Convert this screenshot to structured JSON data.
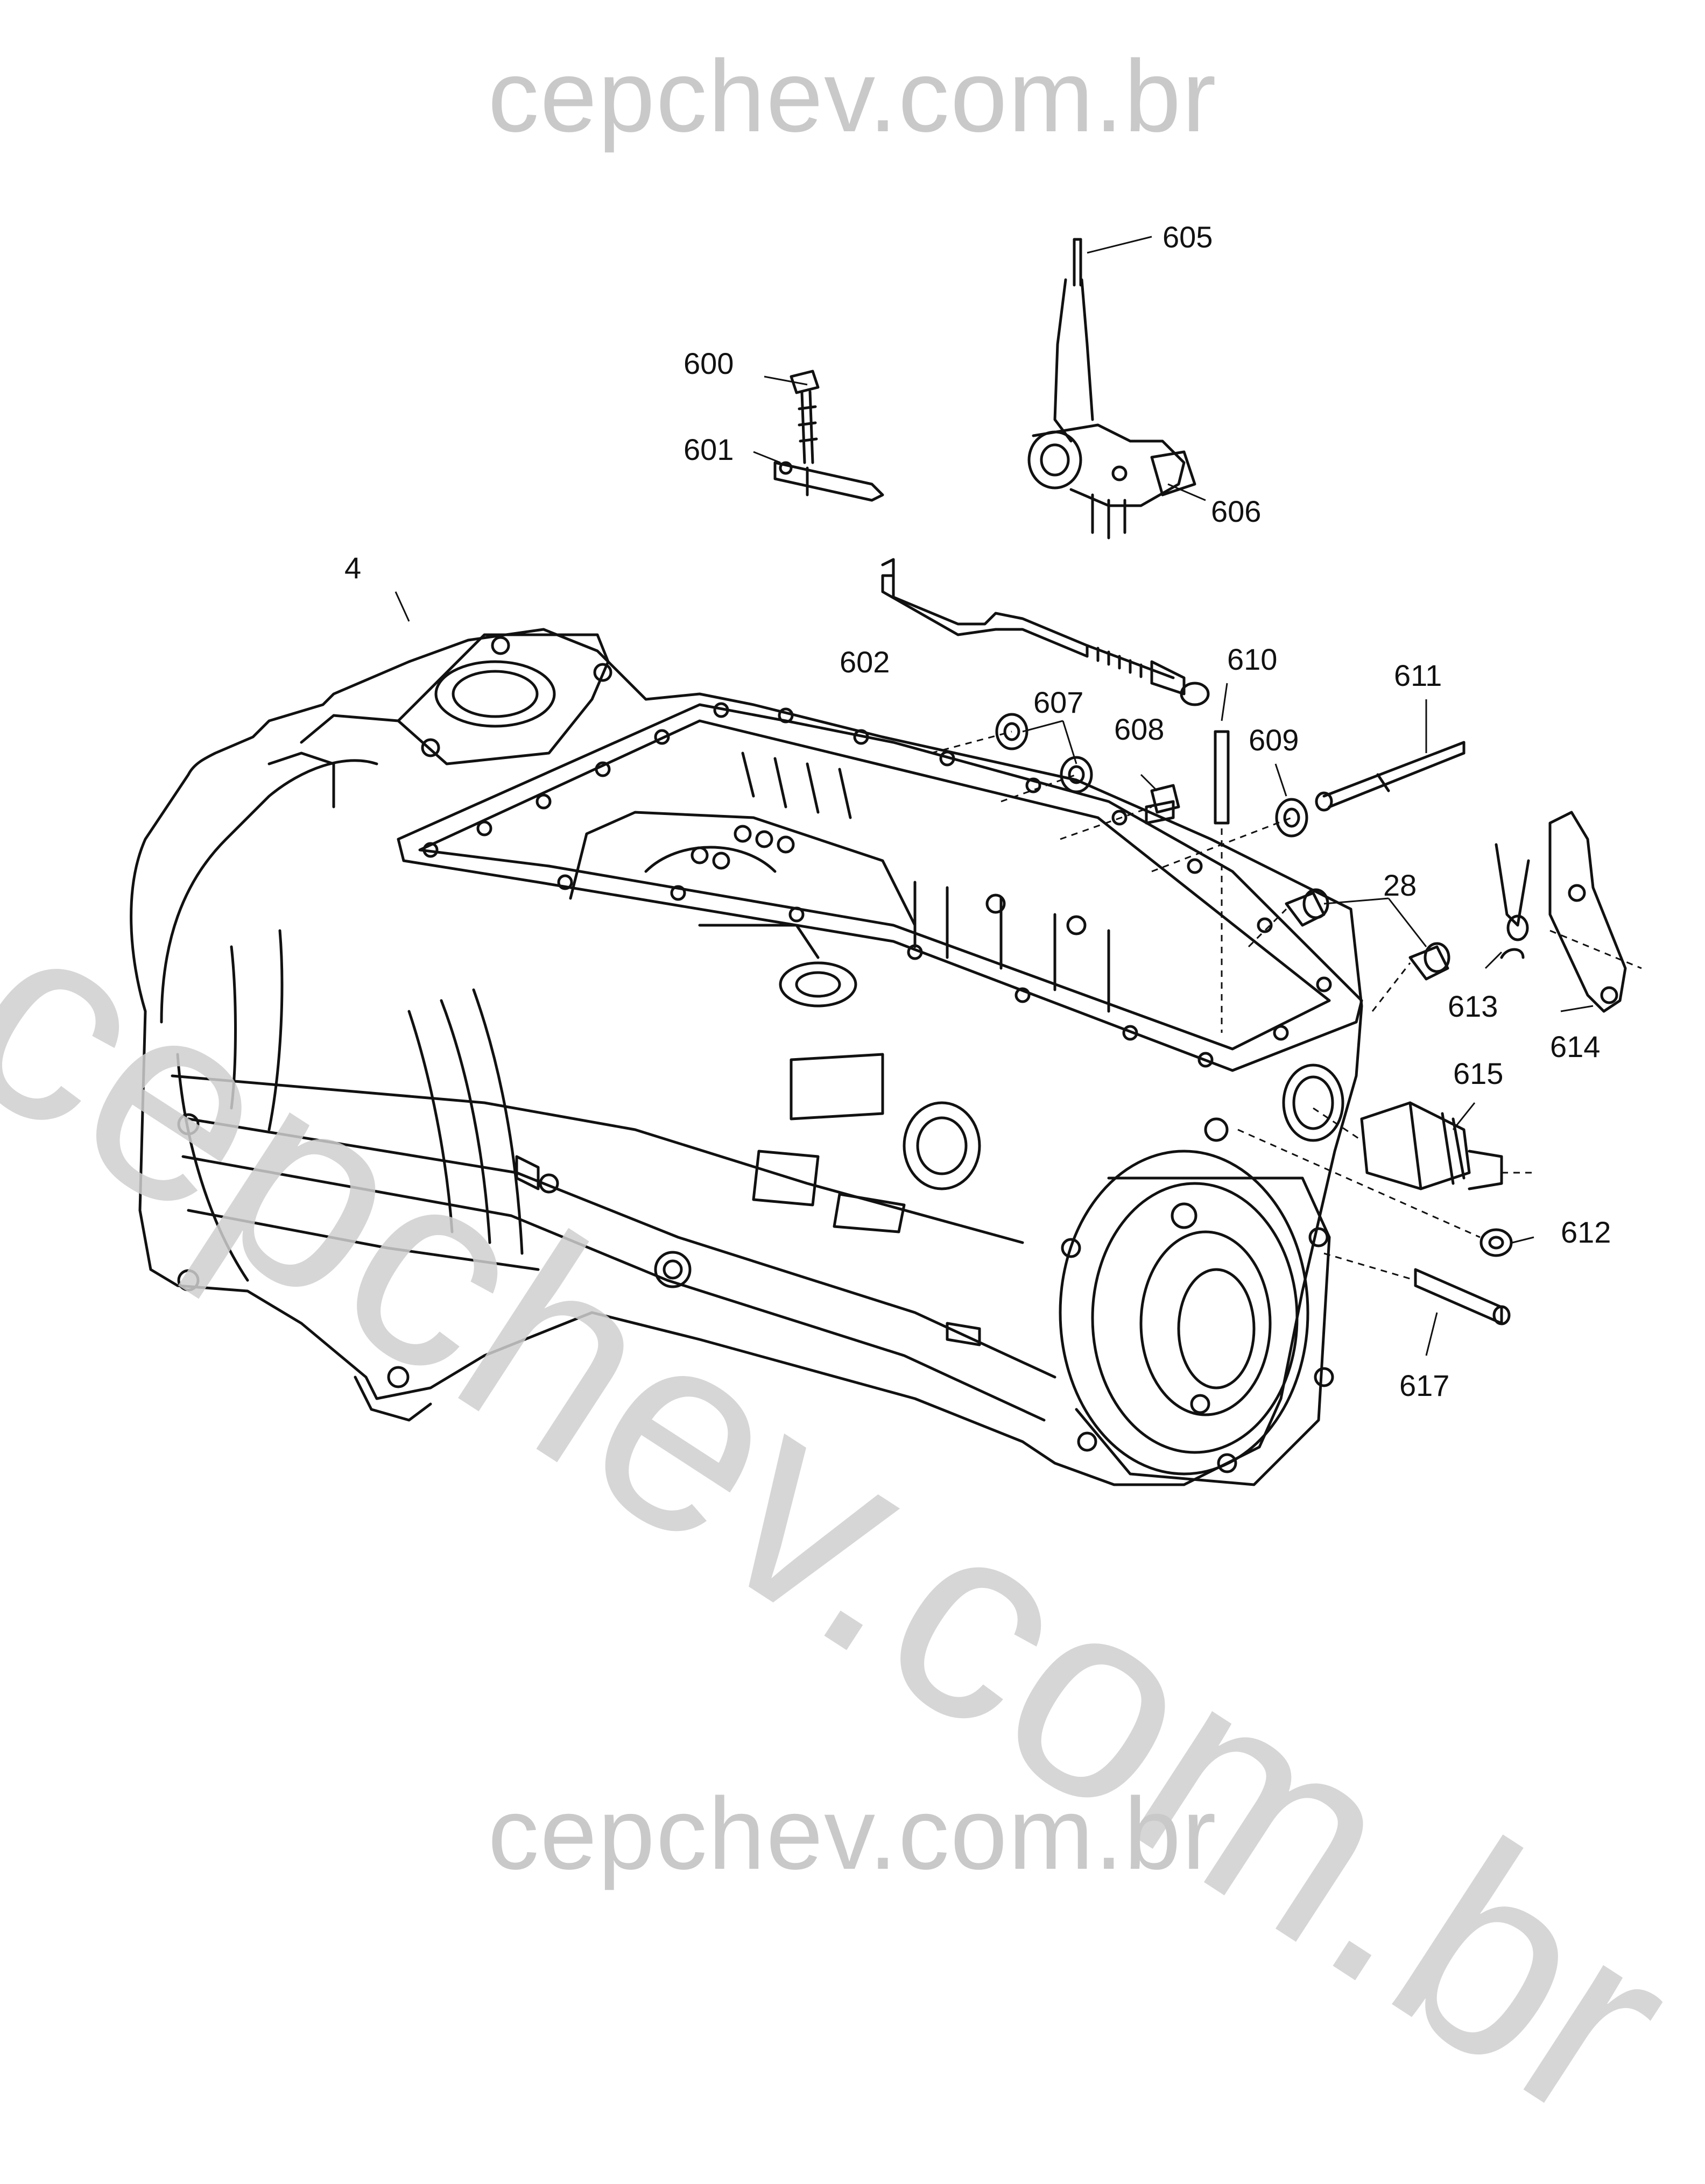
{
  "watermark": {
    "top": "cepchev.com.br",
    "diagonal": "cepchev.com.br",
    "bottom": "cepchev.com.br"
  },
  "callouts": [
    {
      "id": "c4",
      "label": "4"
    },
    {
      "id": "c600",
      "label": "600"
    },
    {
      "id": "c601",
      "label": "601"
    },
    {
      "id": "c602",
      "label": "602"
    },
    {
      "id": "c605",
      "label": "605"
    },
    {
      "id": "c606",
      "label": "606"
    },
    {
      "id": "c607",
      "label": "607"
    },
    {
      "id": "c608",
      "label": "608"
    },
    {
      "id": "c609",
      "label": "609"
    },
    {
      "id": "c610",
      "label": "610"
    },
    {
      "id": "c611",
      "label": "611"
    },
    {
      "id": "c28",
      "label": "28"
    },
    {
      "id": "c613",
      "label": "613"
    },
    {
      "id": "c614",
      "label": "614"
    },
    {
      "id": "c615",
      "label": "615"
    },
    {
      "id": "c612",
      "label": "612"
    },
    {
      "id": "c617",
      "label": "617"
    }
  ]
}
